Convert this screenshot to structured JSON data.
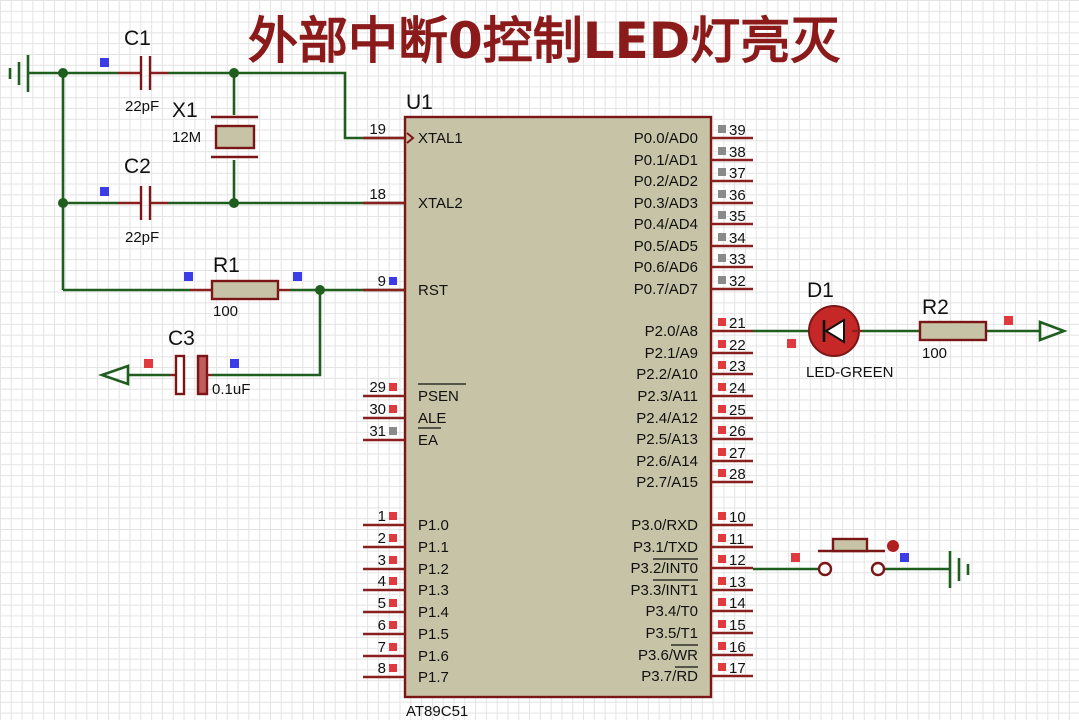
{
  "title": "外部中断0控制LED灯亮灭",
  "colors": {
    "wire": "#1f5e1f",
    "pin": "#8a1f1f",
    "body": "#c7c3a6",
    "title": "#8b1a1a",
    "led_fill": "#c62828"
  },
  "chip": {
    "ref": "U1",
    "part": "AT89C51",
    "left_pins": [
      {
        "num": "19",
        "name": "XTAL1"
      },
      {
        "num": "18",
        "name": "XTAL2"
      },
      {
        "num": "9",
        "name": "RST"
      },
      {
        "num": "29",
        "name": "PSEN"
      },
      {
        "num": "30",
        "name": "ALE"
      },
      {
        "num": "31",
        "name": "EA"
      },
      {
        "num": "1",
        "name": "P1.0"
      },
      {
        "num": "2",
        "name": "P1.1"
      },
      {
        "num": "3",
        "name": "P1.2"
      },
      {
        "num": "4",
        "name": "P1.3"
      },
      {
        "num": "5",
        "name": "P1.4"
      },
      {
        "num": "6",
        "name": "P1.5"
      },
      {
        "num": "7",
        "name": "P1.6"
      },
      {
        "num": "8",
        "name": "P1.7"
      }
    ],
    "right_pins": [
      {
        "num": "39",
        "name": "P0.0/AD0"
      },
      {
        "num": "38",
        "name": "P0.1/AD1"
      },
      {
        "num": "37",
        "name": "P0.2/AD2"
      },
      {
        "num": "36",
        "name": "P0.3/AD3"
      },
      {
        "num": "35",
        "name": "P0.4/AD4"
      },
      {
        "num": "34",
        "name": "P0.5/AD5"
      },
      {
        "num": "33",
        "name": "P0.6/AD6"
      },
      {
        "num": "32",
        "name": "P0.7/AD7"
      },
      {
        "num": "21",
        "name": "P2.0/A8"
      },
      {
        "num": "22",
        "name": "P2.1/A9"
      },
      {
        "num": "23",
        "name": "P2.2/A10"
      },
      {
        "num": "24",
        "name": "P2.3/A11"
      },
      {
        "num": "25",
        "name": "P2.4/A12"
      },
      {
        "num": "26",
        "name": "P2.5/A13"
      },
      {
        "num": "27",
        "name": "P2.6/A14"
      },
      {
        "num": "28",
        "name": "P2.7/A15"
      },
      {
        "num": "10",
        "name": "P3.0/RXD"
      },
      {
        "num": "11",
        "name": "P3.1/TXD"
      },
      {
        "num": "12",
        "name": "P3.2/INT0"
      },
      {
        "num": "13",
        "name": "P3.3/INT1"
      },
      {
        "num": "14",
        "name": "P3.4/T0"
      },
      {
        "num": "15",
        "name": "P3.5/T1"
      },
      {
        "num": "16",
        "name": "P3.6/WR"
      },
      {
        "num": "17",
        "name": "P3.7/RD"
      }
    ]
  },
  "components": {
    "c1": {
      "ref": "C1",
      "value": "22pF"
    },
    "c2": {
      "ref": "C2",
      "value": "22pF"
    },
    "x1": {
      "ref": "X1",
      "value": "12M"
    },
    "r1": {
      "ref": "R1",
      "value": "100"
    },
    "c3": {
      "ref": "C3",
      "value": "0.1uF"
    },
    "d1": {
      "ref": "D1",
      "value": "LED-GREEN"
    },
    "r2": {
      "ref": "R2",
      "value": "100"
    }
  }
}
